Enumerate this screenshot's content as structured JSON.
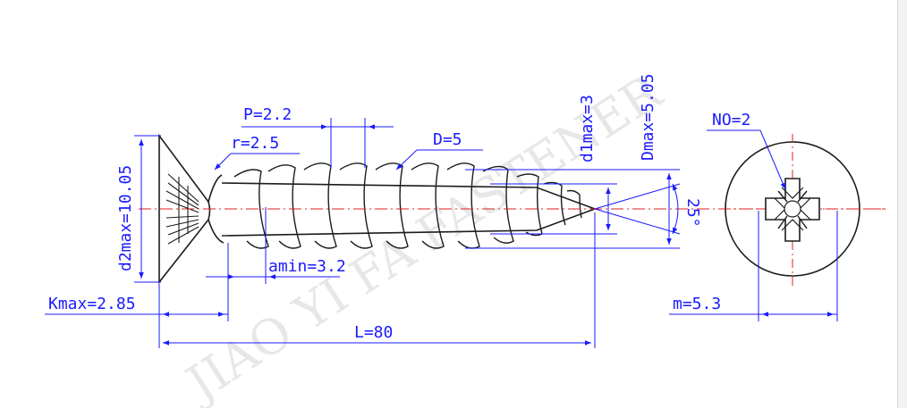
{
  "watermark": "JIAO YI FA FASTENER",
  "labels": {
    "d2max": "d2max=10.05",
    "kmax": "Kmax=2.85",
    "r": "r=2.5",
    "p": "P=2.2",
    "d": "D=5",
    "amin": "amin=3.2",
    "l": "L=80",
    "d1max": "d1max=3",
    "dmax": "Dmax=5.05",
    "angle": "25°",
    "no": "NO=2",
    "m": "m=5.3"
  },
  "colors": {
    "dimension": "#1a1aff",
    "outline": "#1c1c1c",
    "centerline": "#e02020",
    "watermark": "#e7e7e7"
  }
}
